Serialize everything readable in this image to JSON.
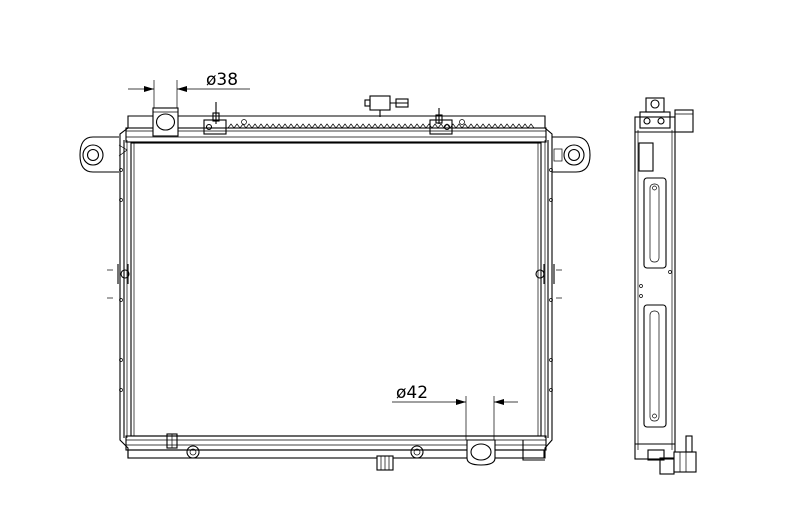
{
  "dimensions": {
    "top_inlet": "ø38",
    "bottom_outlet": "ø42"
  },
  "views": [
    "front-view",
    "side-view"
  ],
  "line_color": "#000000",
  "background_color": "#ffffff"
}
